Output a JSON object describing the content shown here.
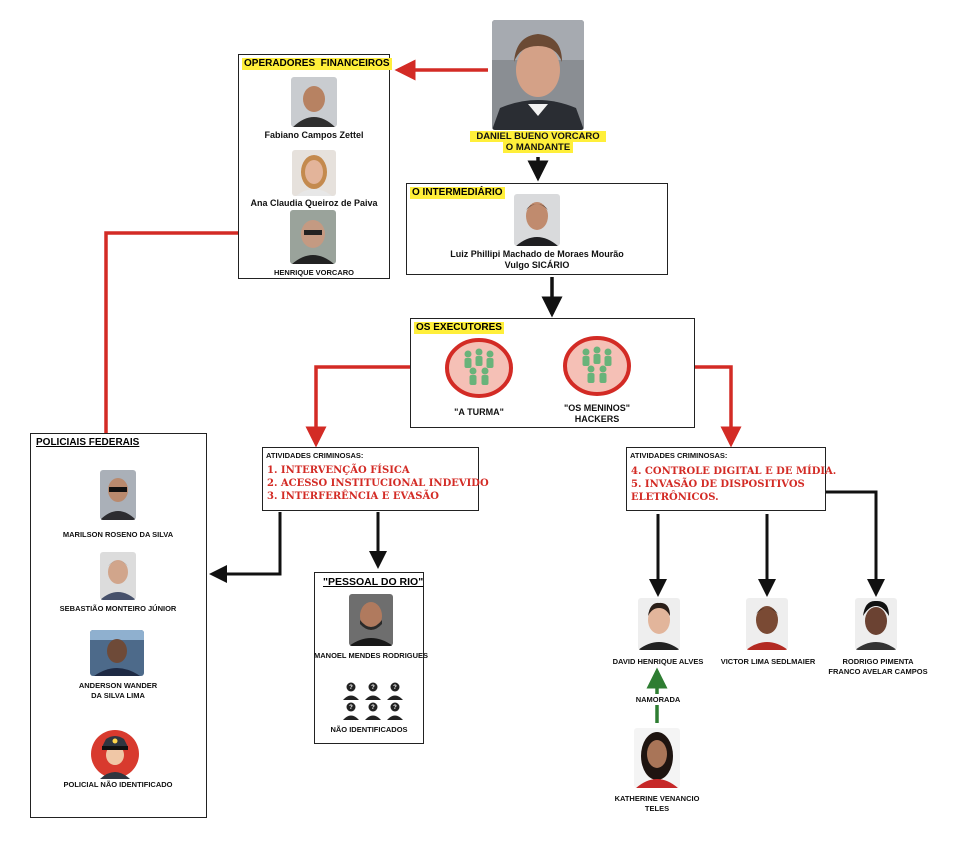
{
  "mandante": {
    "name": "DANIEL BUENO VORCARO",
    "role": "O MANDANTE"
  },
  "operadores": {
    "title": "OPERADORES  FINANCEIROS",
    "people": [
      "Fabiano Campos Zettel",
      "Ana Claudia Queiroz de Paiva",
      "HENRIQUE VORCARO"
    ]
  },
  "intermediario": {
    "title": "O INTERMEDIÁRIO",
    "name_line1": "Luiz Phillipi Machado de Moraes Mourão",
    "name_line2": "Vulgo SICÁRIO"
  },
  "executores": {
    "title": "OS EXECUTORES",
    "group1": "\"A TURMA\"",
    "group2_line1": "\"OS MENINOS\"",
    "group2_line2": "HACKERS"
  },
  "policiais": {
    "title": "POLICIAIS FEDERAIS",
    "people": [
      "MARILSON ROSENO DA SILVA",
      "SEBASTIÃO MONTEIRO JÚNIOR",
      "ANDERSON WANDER",
      "DA SILVA LIMA",
      "POLICIAL NÃO IDENTIFICADO"
    ]
  },
  "atividades1": {
    "title": "ATIVIDADES CRIMINOSAS:",
    "items": [
      "1. INTERVENÇÃO FÍSICA",
      "2. ACESSO INSTITUCIONAL INDEVIDO",
      "3. INTERFERÊNCIA E EVASÃO"
    ]
  },
  "atividades2": {
    "title": "ATIVIDADES CRIMINOSAS:",
    "items": [
      "4. CONTROLE DIGITAL E DE MÍDIA.",
      "5. INVASÃO DE DISPOSITIVOS",
      "ELETRÔNICOS."
    ]
  },
  "pessoal_rio": {
    "title": "\"PESSOAL DO RIO\"",
    "person": "MANOEL MENDES RODRIGUES",
    "unknown": "NÃO IDENTIFICADOS"
  },
  "hackers": {
    "person1": "DAVID HENRIQUE ALVES",
    "person2": "VICTOR LIMA SEDLMAIER",
    "person3_line1": "RODRIGO PIMENTA",
    "person3_line2": "FRANCO AVELAR CAMPOS",
    "relation": "NAMORADA",
    "girlfriend_line1": "KATHERINE VENANCIO",
    "girlfriend_line2": "TELES"
  },
  "colors": {
    "red": "#d32b25",
    "yellow": "#ffef3a",
    "green": "#2e7d32",
    "black": "#111111"
  }
}
